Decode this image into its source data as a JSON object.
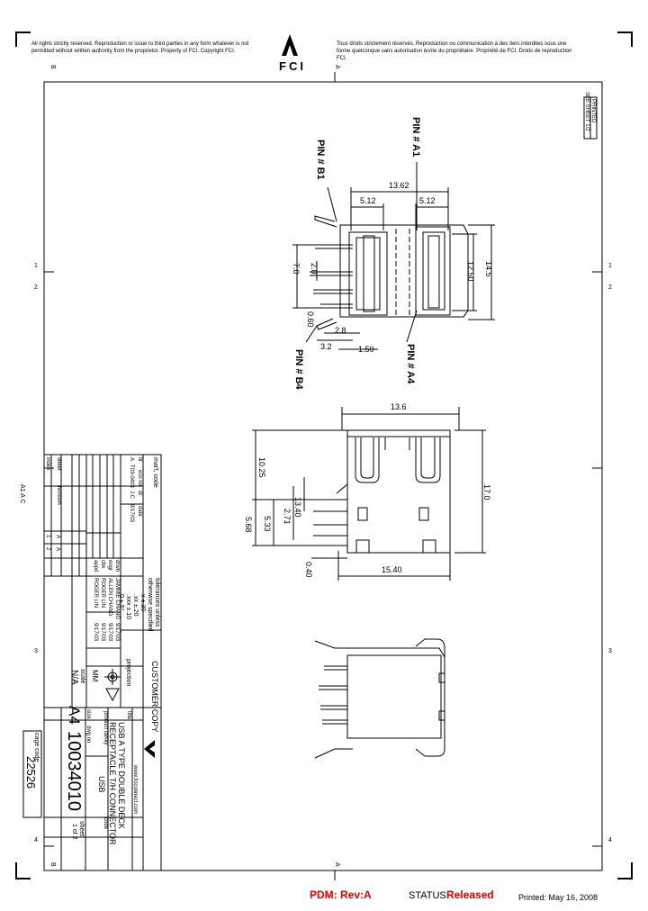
{
  "notice_en": "All rights strictly reserved. Reproduction or issue to third parties in any form whatever is not permitted without written authority from the proprietor. Property of FCI. Copyright FCI.",
  "notice_fr": "Tous droits strictement réservés. Reproduction ou communication à des tiers interdites sous une forme quelconque sans autorisation écrite du propriétaire. Propriété de FCI. Droits de reproduction FCI.",
  "logo_text": "FCI",
  "zones": {
    "top_left": "B",
    "top_right": "A",
    "side_1": "1",
    "side_2": "2",
    "side_3": "3",
    "side_4": "4"
  },
  "side_label": "A1 A C",
  "print_stamp": [
    "PRINTED",
    "SEE SHEET 1/2"
  ],
  "pins": {
    "a1": "PIN # A1",
    "b1": "PIN # B1",
    "a4": "PIN # A4",
    "b4": "PIN # B4"
  },
  "dims_top": [
    "13.62",
    "5.12",
    "5.12",
    "7.0",
    "2.0",
    "12.50",
    "14.5",
    "2.8",
    "0.60",
    "3.2",
    "1.50"
  ],
  "dims_mid": [
    "13.6",
    "10.25",
    "13.40",
    "2.71",
    "5.33",
    "5.68",
    "17.0",
    "0.40",
    "15.40"
  ],
  "title_block": {
    "matl": "mat'l, code",
    "tolerance": [
      "tolerances unless",
      "otherwise specified",
      "x  ±.30",
      ".xx  ±.20",
      ".xxx  ±.10",
      "0  ±.5°"
    ],
    "customer_copy": "CUSTOMER COPY",
    "projection": "projection",
    "units": "MM",
    "scale_label": "scale",
    "scale": "N/A",
    "title_label": "title",
    "title_line1": "USB A TYPE DOUBLE DECK",
    "title_line2": "RECEPTACLE T/H CONNECTOR",
    "product_family_label": "product family",
    "product_family": "USB",
    "size_label": "size",
    "dwg_label": "dwg no",
    "size": "A4",
    "dwg_no": "10034010",
    "code_label": "code",
    "sheet_label": "sheet",
    "sheet": "1 of 2",
    "website": "www.fciconnect.com",
    "cage_label": "cage code",
    "cage_code": "22526",
    "rev_headers": [
      "ltr",
      "ecn no",
      "dr",
      "date"
    ],
    "rev_row": [
      "A",
      "T03-0403",
      "J.C",
      "9/17/03"
    ],
    "sign_headers": [
      "drwn",
      "engr",
      "chk",
      "appd"
    ],
    "sign_names": [
      "JAMMIE CHANG",
      "ALLEN CHANG",
      "ROGER LIN",
      "ROGER LIN"
    ],
    "sign_dates": [
      "9/17/03",
      "9/17/03",
      "9/17/03",
      "9/17/03"
    ],
    "sheet_rev_headers": [
      "sheet",
      "revision"
    ],
    "sheet_rev": [
      [
        "1",
        "A"
      ],
      [
        "2",
        "A"
      ]
    ],
    "index": "index"
  },
  "footer": {
    "pdm": "PDM: Rev:A",
    "status_label": "STATUS:",
    "status": "Released",
    "printed": "Printed: May 16, 2008"
  },
  "colors": {
    "ink": "#000000",
    "status_red": "#e00000"
  }
}
